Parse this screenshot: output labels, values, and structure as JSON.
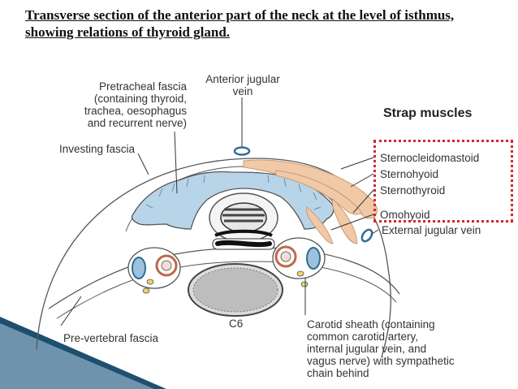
{
  "title": "Transverse section of the anterior part of the neck at the level of isthmus, showing relations of thyroid gland.",
  "labels": {
    "pretracheal": [
      "Pretracheal fascia",
      "(containing thyroid,",
      "trachea, oesophagus",
      "and recurrent nerve)"
    ],
    "anterior_jugular": [
      "Anterior jugular",
      "vein"
    ],
    "investing": "Investing fascia",
    "strap_title": "Strap muscles",
    "strap_muscles": [
      "Sternocleidomastoid",
      "Sternohyoid",
      "Sternothyroid",
      "Omohyoid"
    ],
    "external_jugular": "External jugular vein",
    "vertebra": "C6",
    "prevertebral": "Pre-vertebral fascia",
    "carotid": [
      "Carotid sheath (containing",
      "common carotid artery,",
      "internal jugular vein, and",
      "vagus nerve) with sympathetic",
      "chain behind"
    ]
  },
  "colors": {
    "thyroid": "#b8d4e8",
    "muscle": "#f2c9a6",
    "outline": "#555555",
    "vein_ring": "#2f6f92",
    "artery_ring": "#c0674a",
    "highlight_box": "#d1282a",
    "slide_accent": "#1f4f6e"
  }
}
